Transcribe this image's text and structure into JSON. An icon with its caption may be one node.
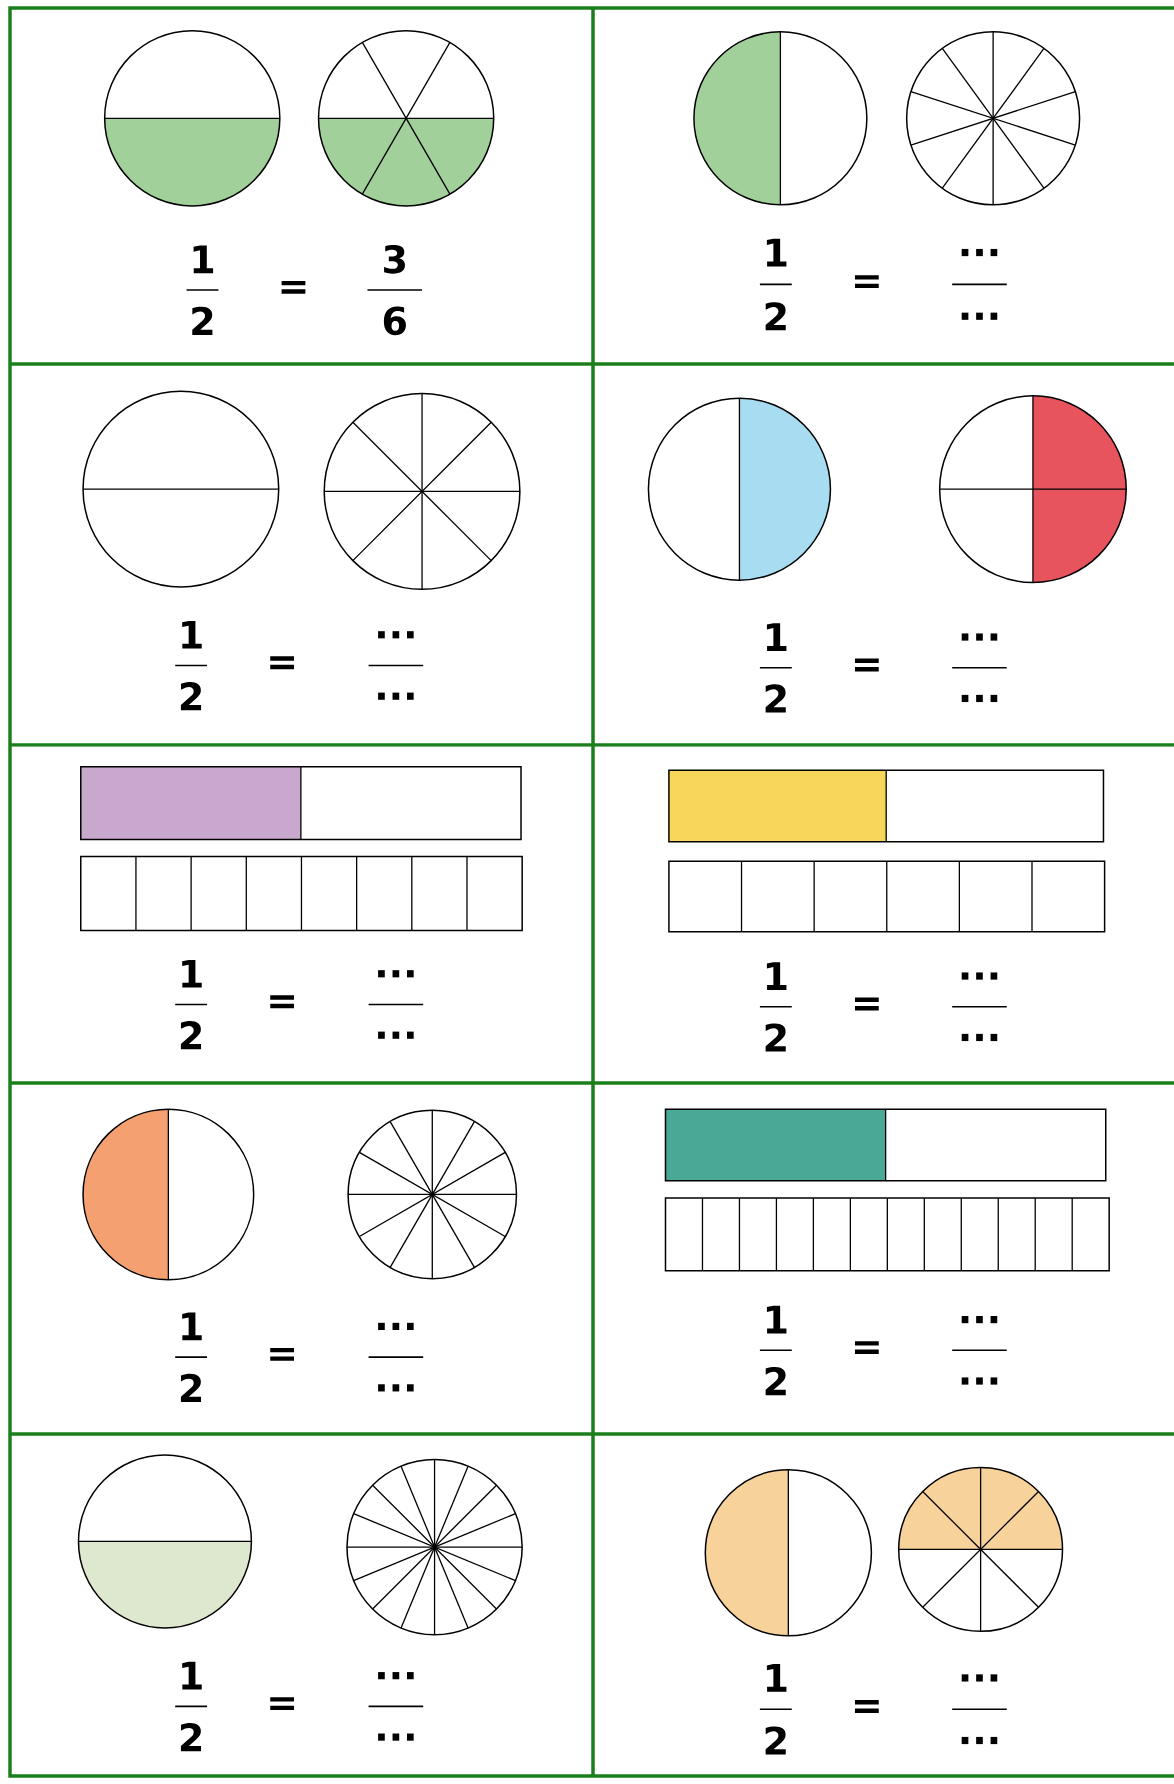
{
  "diagram": {
    "labels": [
      "1",
      "2",
      "=",
      "3",
      "6",
      "1",
      "2",
      "=",
      "...",
      "...",
      "1",
      "2",
      "=",
      "...",
      "...",
      "1",
      "2",
      "=",
      "...",
      "...",
      "1",
      "2",
      "=",
      "...",
      "...",
      "1",
      "2",
      "=",
      "...",
      "...",
      "1",
      "2",
      "=",
      "...",
      "...",
      "1",
      "2",
      "=",
      "...",
      "...",
      "1",
      "2",
      "=",
      "...",
      "...",
      "1",
      "2",
      "=",
      "...",
      "..."
    ]
  }
}
